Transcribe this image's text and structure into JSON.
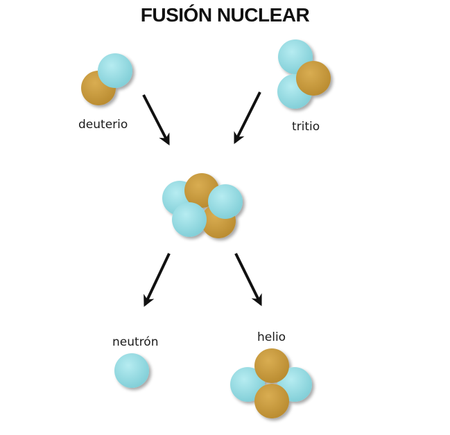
{
  "title": "FUSIÓN NUCLEAR",
  "labels": {
    "deuterio": "deuterio",
    "tritio": "tritio",
    "neutron": "neutrón",
    "helio": "helio"
  },
  "colors": {
    "proton": "#c89a3c",
    "neutron": "#8fd6de",
    "arrow": "#111111"
  }
}
